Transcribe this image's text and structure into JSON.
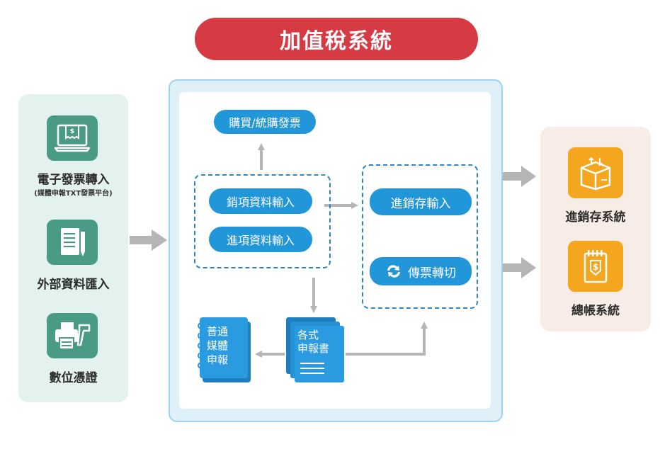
{
  "title": "加值稅系統",
  "inputs": {
    "einvoice": {
      "label": "電子發票轉入",
      "sub": "(媒體申報TXT發票平台)",
      "icon": "receipt-laptop-icon"
    },
    "external": {
      "label": "外部資料匯入",
      "icon": "document-pen-icon"
    },
    "digital": {
      "label": "數位憑證",
      "icon": "printer-scanner-icon"
    }
  },
  "process": {
    "purchase_invoice": "購買/統購發票",
    "sales_input": "銷項資料輸入",
    "purchase_input": "進項資料輸入",
    "inventory_input": "進銷存輸入",
    "voucher_transfer": "傳票轉切",
    "declaration_forms": "各式\n申報書",
    "media_declaration": "普通\n媒體\n申報"
  },
  "outputs": {
    "inventory_system": {
      "label": "進銷存系統",
      "icon": "box-icon"
    },
    "ledger_system": {
      "label": "總帳系統",
      "icon": "notepad-dollar-icon"
    }
  },
  "colors": {
    "title_red": "#d63b44",
    "pill_blue": "#2196d9",
    "icon_green": "#4a9b85",
    "icon_orange": "#f4a61e",
    "arrow_gray": "#b5b5b5"
  }
}
